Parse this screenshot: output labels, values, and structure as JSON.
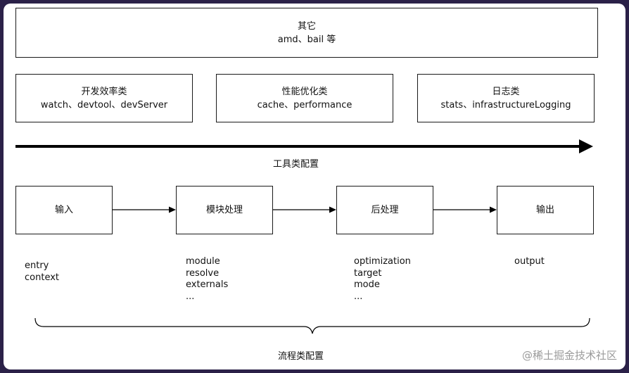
{
  "tool_boxes": {
    "other": {
      "title": "其它",
      "items": "amd、bail 等"
    },
    "dev": {
      "title": "开发效率类",
      "items": "watch、devtool、devServer"
    },
    "perf": {
      "title": "性能优化类",
      "items": "cache、performance"
    },
    "log": {
      "title": "日志类",
      "items": "stats、infrastructureLogging"
    }
  },
  "tool_label": "工具类配置",
  "flow_boxes": {
    "input": "输入",
    "module": "模块处理",
    "post": "后处理",
    "output": "输出"
  },
  "flow_lists": {
    "input": [
      "entry",
      "context"
    ],
    "module": [
      "module",
      "resolve",
      "externals",
      "..."
    ],
    "post": [
      "optimization",
      "target",
      "mode",
      "..."
    ],
    "output": [
      "output"
    ]
  },
  "flow_label": "流程类配置",
  "watermark": "@稀土掘金技术社区"
}
